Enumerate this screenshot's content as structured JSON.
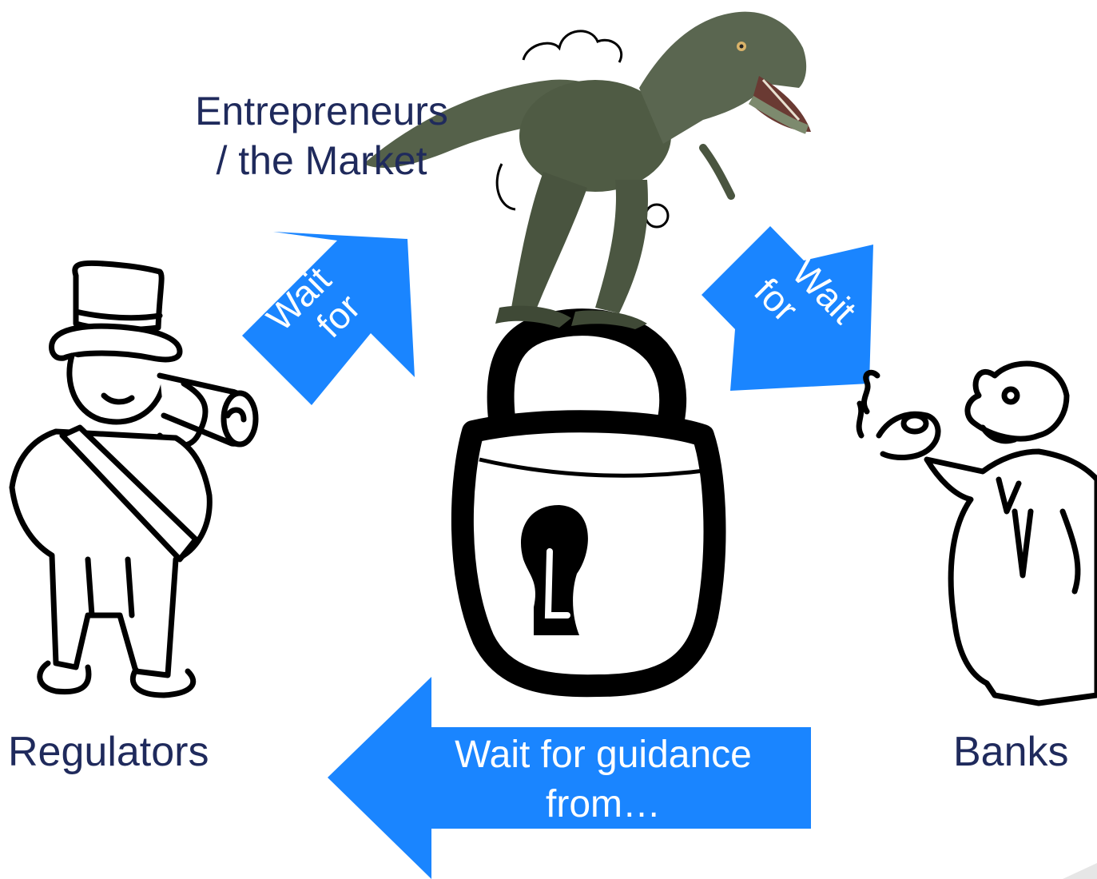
{
  "nodes": {
    "market": {
      "line1": "Entrepreneurs",
      "line2": "/ the Market"
    },
    "regulators": {
      "label": "Regulators"
    },
    "banks": {
      "label": "Banks"
    }
  },
  "arrows": {
    "regulators_to_market": {
      "line1": "Wait",
      "line2": "for"
    },
    "market_to_banks": {
      "line1": "Wait",
      "line2": "for"
    },
    "banks_to_regulators": {
      "line1": "Wait for guidance",
      "line2": "from…"
    }
  },
  "colors": {
    "arrow": "#1a85ff",
    "text": "#1f2a5c",
    "ink": "#000000",
    "dino": "#55614a"
  },
  "icons": {
    "center": "padlock-icon",
    "regulator_figure": "man-with-telescope-icon",
    "bank_figure": "man-with-monocle-icon",
    "dinosaur": "t-rex-icon"
  }
}
